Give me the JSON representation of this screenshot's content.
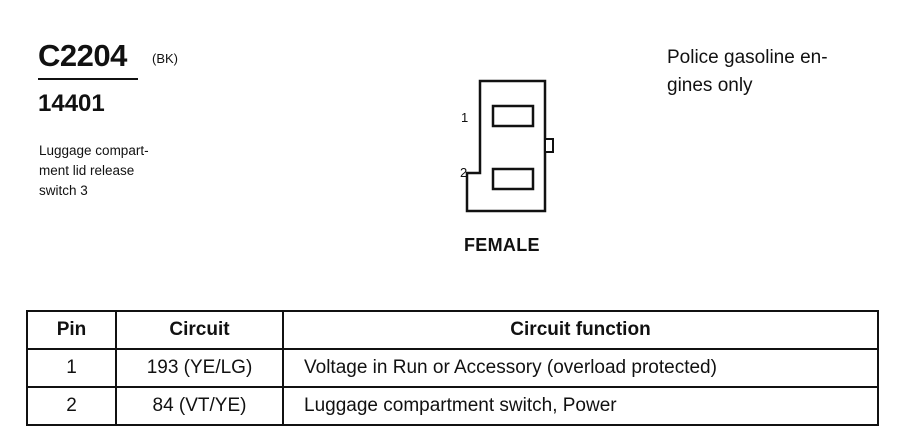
{
  "connector": {
    "id": "C2204",
    "color": "(BK)",
    "part_number": "14401",
    "description_lines": [
      "Luggage compart-",
      "ment lid release",
      "switch 3"
    ]
  },
  "note_lines": [
    "Police gasoline en-",
    "gines only"
  ],
  "diagram": {
    "pin_labels": [
      "1",
      "2"
    ],
    "gender": "FEMALE"
  },
  "table": {
    "headers": [
      "Pin",
      "Circuit",
      "Circuit function"
    ],
    "rows": [
      {
        "pin": "1",
        "circuit": "193 (YE/LG)",
        "function": "Voltage in Run or Accessory (overload protected)"
      },
      {
        "pin": "2",
        "circuit": "84 (VT/YE)",
        "function": "Luggage compartment switch, Power"
      }
    ]
  }
}
